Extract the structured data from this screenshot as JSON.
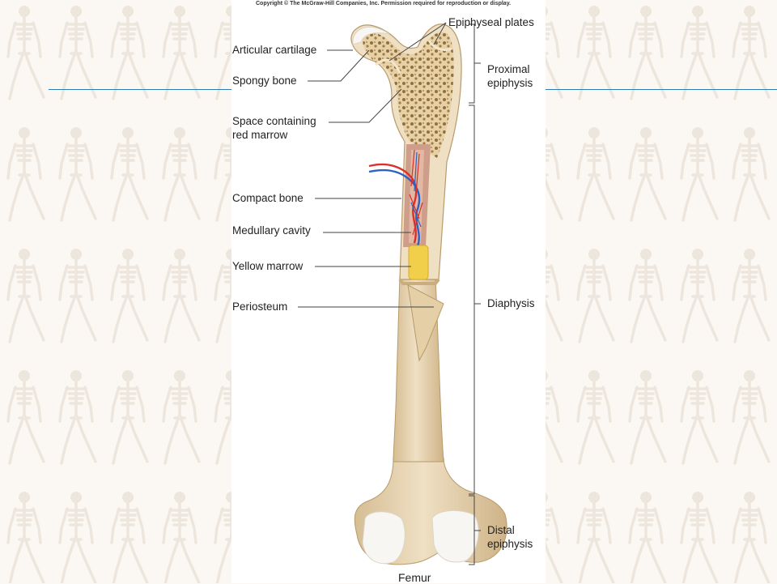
{
  "copyright": "Copyright © The McGraw-Hill Companies, Inc. Permission required for reproduction or display.",
  "caption": "Femur",
  "labels": {
    "articular_cartilage": "Articular cartilage",
    "spongy_bone": "Spongy bone",
    "red_marrow_line1": "Space containing",
    "red_marrow_line2": "red marrow",
    "compact_bone": "Compact bone",
    "medullary_cavity": "Medullary cavity",
    "yellow_marrow": "Yellow marrow",
    "periosteum": "Periosteum",
    "epiphyseal_plates": "Epiphyseal plates",
    "proximal_line1": "Proximal",
    "proximal_line2": "epiphysis",
    "diaphysis": "Diaphysis",
    "distal_line1": "Distal",
    "distal_line2": "epiphysis"
  },
  "colors": {
    "bone": "#e8d5b0",
    "bone_shadow": "#c9ad7e",
    "cartilage": "#f6f4f0",
    "marrow_yellow": "#f2cf4a",
    "artery": "#d9302b",
    "vein": "#2c62c6",
    "rule": "#2e7db1"
  },
  "background": {
    "pattern_icon": "skeleton-icon"
  }
}
